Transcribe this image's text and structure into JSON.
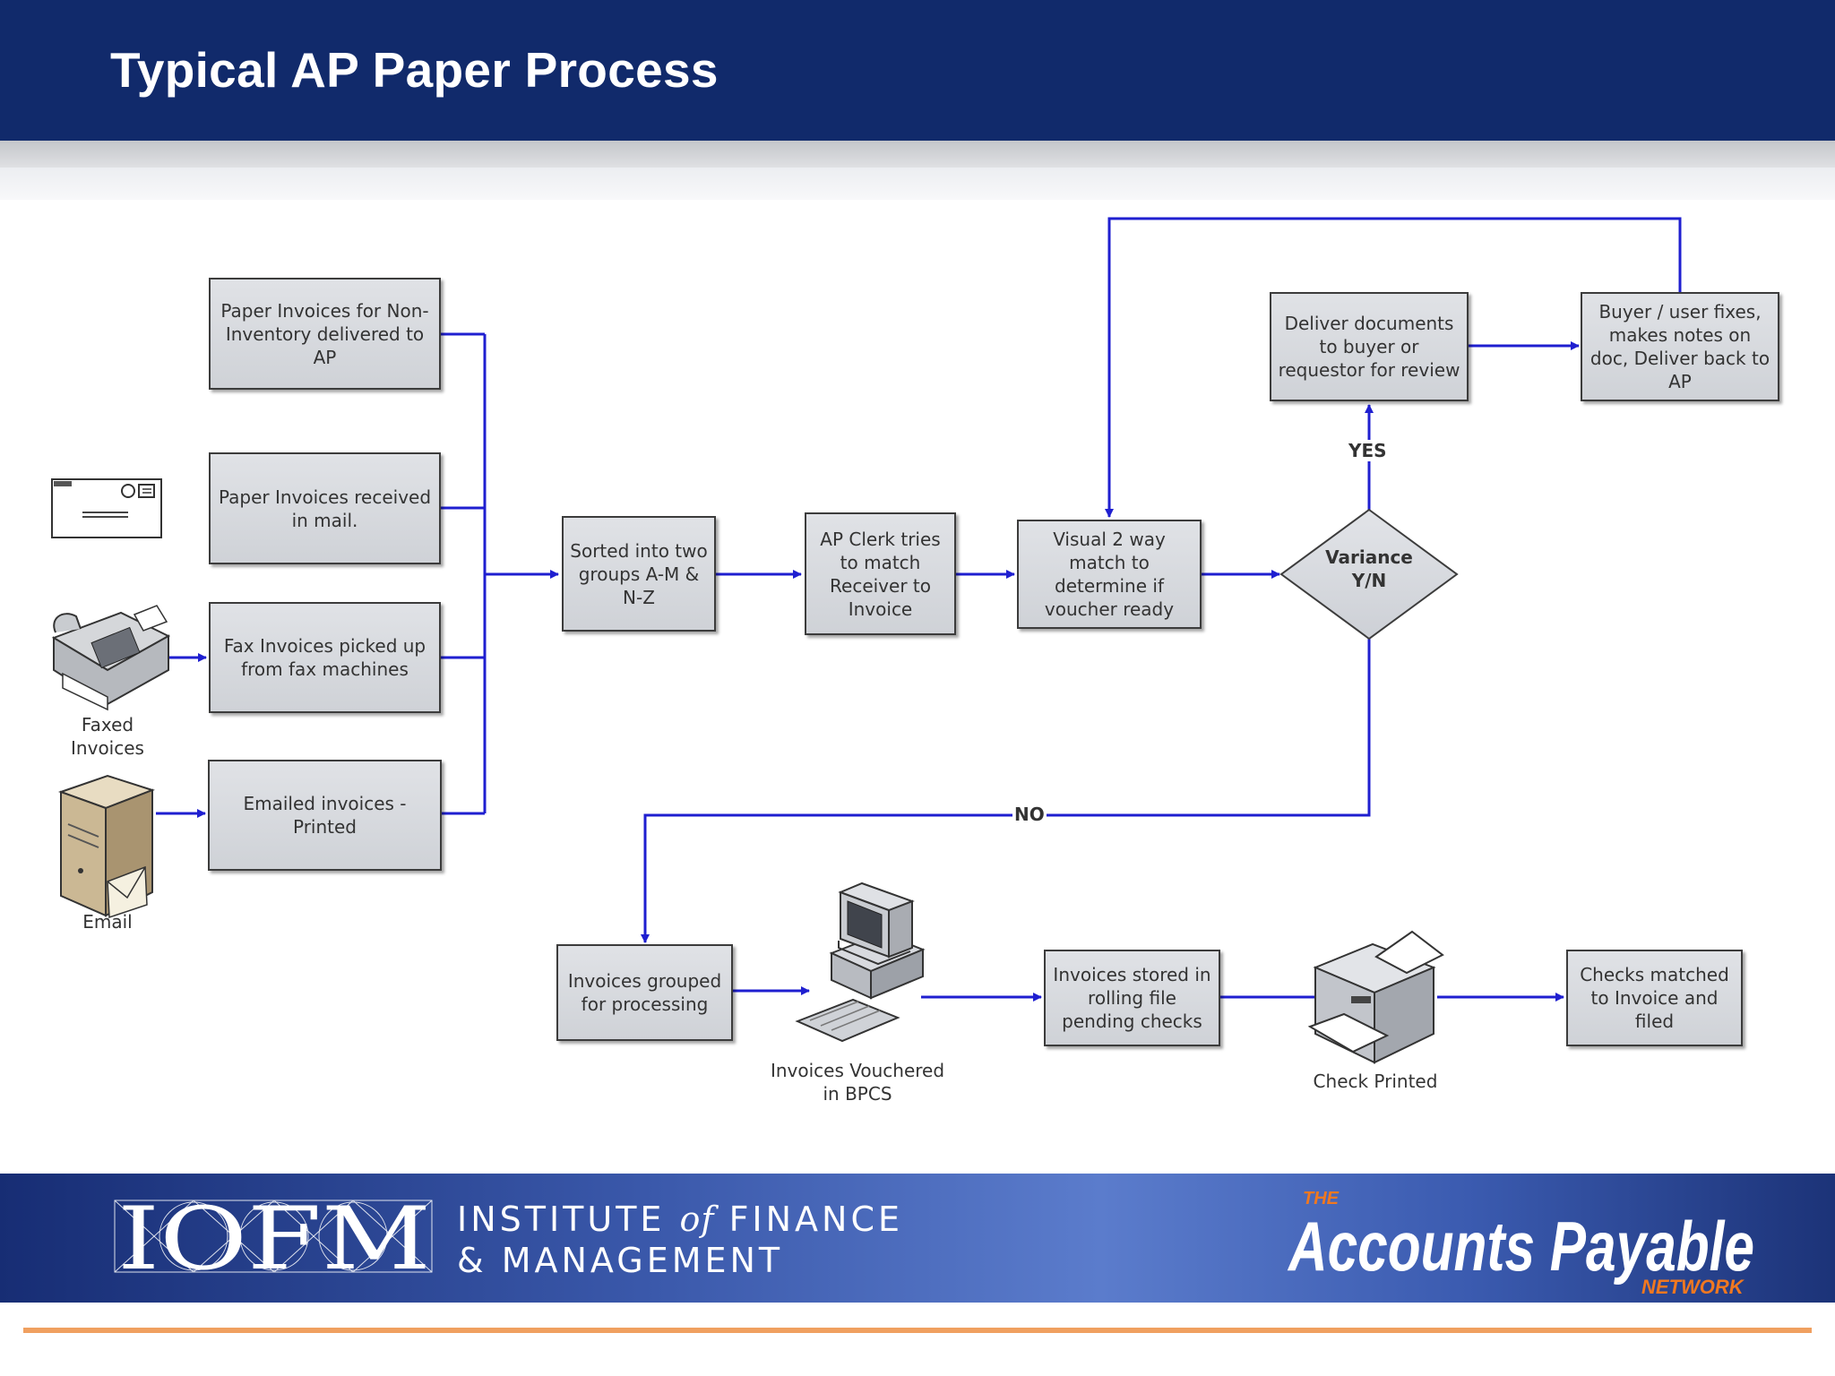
{
  "header": {
    "title": "Typical AP Paper Process"
  },
  "boxes": {
    "nonInventory": "Paper Invoices for Non-Inventory delivered to AP",
    "mail": "Paper Invoices received in mail.",
    "fax": "Fax Invoices picked up from fax machines",
    "emailed": "Emailed invoices - Printed",
    "sorted": "Sorted into two groups A-M & N-Z",
    "clerk": "AP Clerk tries to match Receiver to Invoice",
    "visual": "Visual 2 way match to determine if voucher ready",
    "deliver": "Deliver documents to buyer or requestor for review",
    "buyer": "Buyer / user fixes, makes notes on doc, Deliver back to AP",
    "grouped": "Invoices grouped for processing",
    "stored": "Invoices stored in rolling file pending checks",
    "checks": "Checks matched to Invoice and filed"
  },
  "decision": {
    "line1": "Variance",
    "line2": "Y/N",
    "yes": "YES",
    "no": "NO"
  },
  "labels": {
    "faxed": "Faxed Invoices",
    "email": "Email",
    "vouchered": "Invoices Vouchered in BPCS",
    "checkPrinted": "Check Printed"
  },
  "icons": [
    "envelope-icon",
    "fax-machine-icon",
    "email-server-icon",
    "computer-icon",
    "printer-icon"
  ],
  "footer": {
    "iofm_logo": "IOFM",
    "iofm_line1": "INSTITUTE",
    "iofm_of": "of",
    "iofm_line1b": "FINANCE",
    "iofm_line2": "& MANAGEMENT",
    "ap_the": "THE",
    "ap_name": "Accounts Payable",
    "ap_network": "NETWORK"
  },
  "colors": {
    "header": "#112a6b",
    "arrow": "#1f1fd0",
    "box_fill": "#d6d9de",
    "ap_orange": "#f07820",
    "accent_line": "#f0a060"
  }
}
